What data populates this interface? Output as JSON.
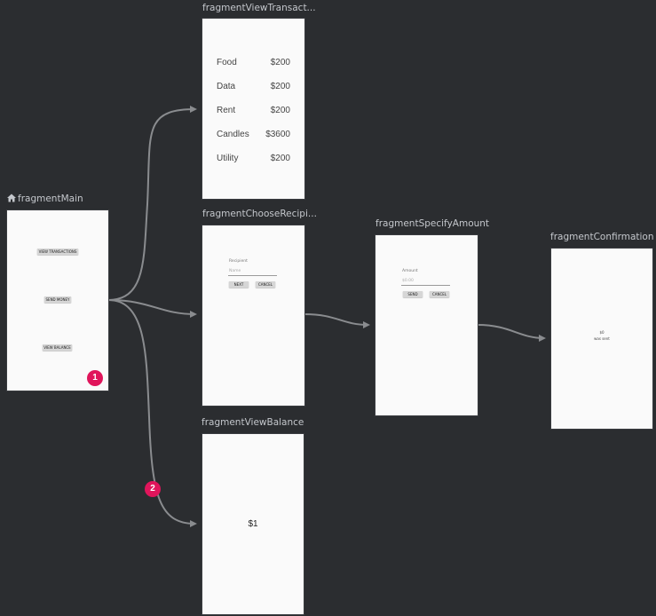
{
  "fragments": {
    "main": {
      "title": "fragmentMain",
      "buttons": [
        "VIEW TRANSACTIONS",
        "SEND MONEY",
        "VIEW BALANCE"
      ]
    },
    "view_transactions": {
      "title": "fragmentViewTransact...",
      "rows": [
        {
          "category": "Food",
          "amount": "$200"
        },
        {
          "category": "Data",
          "amount": "$200"
        },
        {
          "category": "Rent",
          "amount": "$200"
        },
        {
          "category": "Candles",
          "amount": "$3600"
        },
        {
          "category": "Utility",
          "amount": "$200"
        }
      ]
    },
    "choose_recipient": {
      "title": "fragmentChooseRecipi...",
      "label": "Recipient",
      "hint": "Name",
      "buttons": [
        "NEXT",
        "CANCEL"
      ]
    },
    "specify_amount": {
      "title": "fragmentSpecifyAmount",
      "label": "Amount",
      "hint": "$0.00",
      "buttons": [
        "SEND",
        "CANCEL"
      ]
    },
    "confirmation": {
      "title": "fragmentConfirmation",
      "lines": [
        "$0",
        "was sent"
      ]
    },
    "view_balance": {
      "title": "fragmentViewBalance",
      "balance": "$1"
    }
  },
  "badges": [
    "1",
    "2"
  ],
  "colors": {
    "canvas_bg": "#2b2d30",
    "arrow": "#8a8c8f",
    "badge": "#e0155b",
    "screen_bg": "#fafafa"
  },
  "icons": {
    "start_destination": "home-icon"
  }
}
